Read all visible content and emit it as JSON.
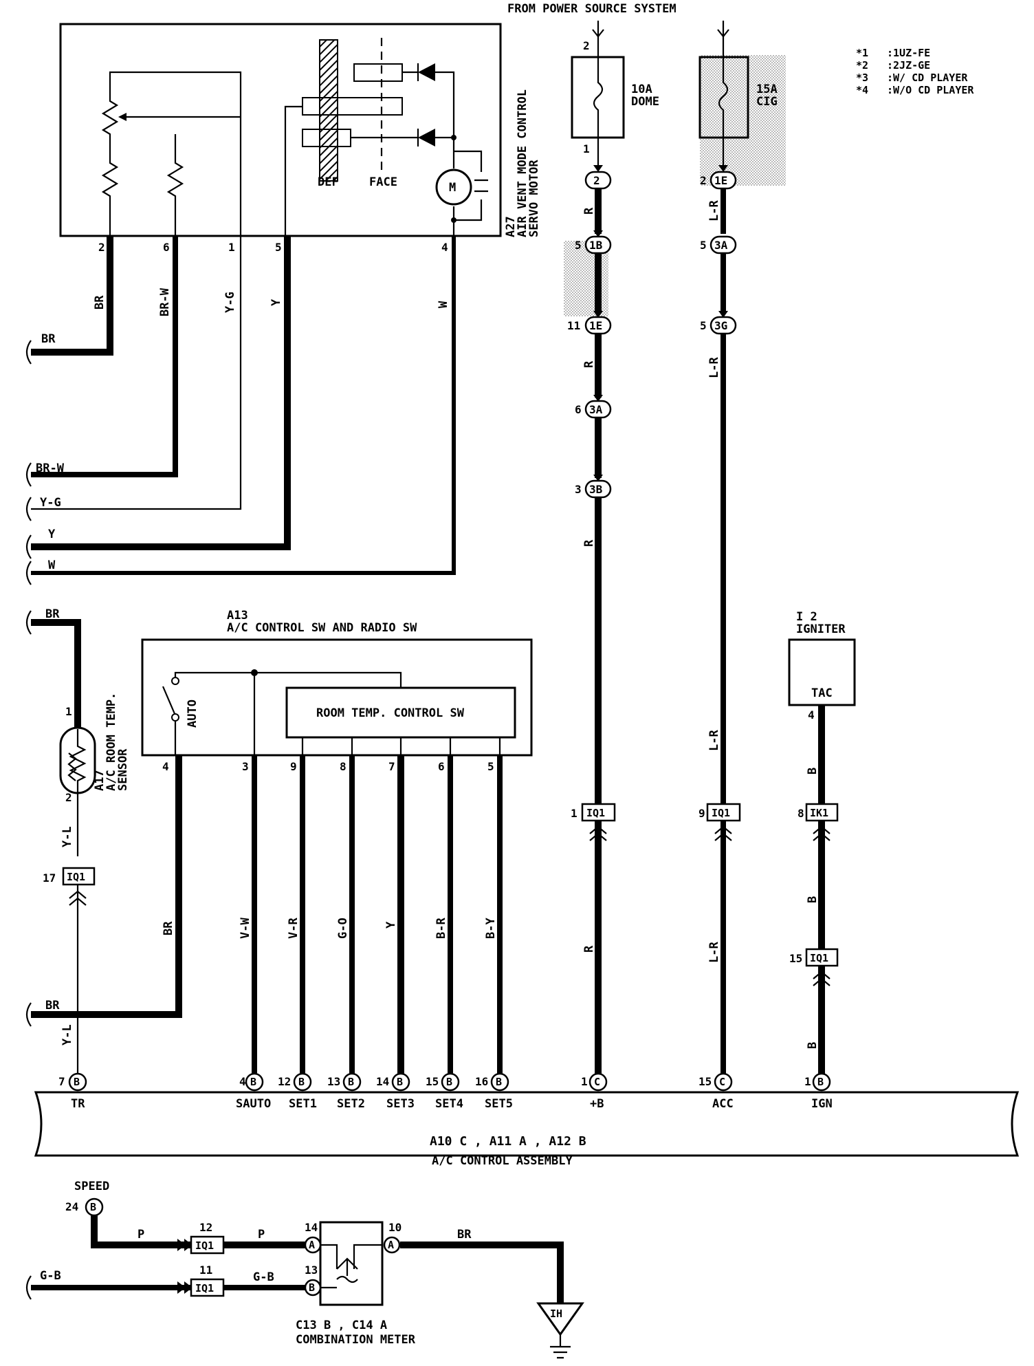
{
  "header": {
    "source": "FROM POWER SOURCE SYSTEM"
  },
  "notes": [
    {
      "mark": "*1",
      "text": ":1UZ-FE"
    },
    {
      "mark": "*2",
      "text": ":2JZ-GE"
    },
    {
      "mark": "*3",
      "text": ":W/ CD PLAYER"
    },
    {
      "mark": "*4",
      "text": ":W/O CD PLAYER"
    }
  ],
  "servo": {
    "id": "A27",
    "name1": "AIR VENT MODE CONTROL",
    "name2": "SERVO MOTOR",
    "def": "DEF",
    "face": "FACE",
    "motor": "M",
    "pins": [
      "2",
      "6",
      "1",
      "5",
      "4"
    ],
    "wires": [
      "BR",
      "BR-W",
      "Y-G",
      "Y",
      "W"
    ]
  },
  "left_wires": [
    "BR",
    "BR-W",
    "Y-G",
    "Y",
    "W",
    "BR",
    "BR"
  ],
  "fuses": [
    {
      "amp": "10A",
      "name": "DOME",
      "pin_in": "2",
      "pin_out": "1"
    },
    {
      "amp": "15A",
      "name": "CIG"
    }
  ],
  "dome_line": {
    "conns": [
      {
        "pin": "",
        "id": "2"
      },
      {
        "pin": "5",
        "id": "1B"
      },
      {
        "pin": "11",
        "id": "1E"
      },
      {
        "pin": "6",
        "id": "3A"
      },
      {
        "pin": "3",
        "id": "3B"
      }
    ],
    "wire": "R",
    "iq": {
      "pin": "1",
      "id": "IQ1"
    }
  },
  "cig_line": {
    "conns": [
      {
        "pin": "2",
        "id": "1E"
      },
      {
        "pin": "5",
        "id": "3A"
      },
      {
        "pin": "5",
        "id": "3G"
      }
    ],
    "wire": "L-R",
    "iq": {
      "pin": "9",
      "id": "IQ1"
    }
  },
  "igniter": {
    "id": "I 2",
    "name": "IGNITER",
    "terminal": "TAC",
    "pin": "4",
    "wire": "B",
    "ik": {
      "pin": "8",
      "id": "IK1"
    },
    "iq": {
      "pin": "15",
      "id": "IQ1"
    }
  },
  "sensor": {
    "id": "A17",
    "name1": "A/C ROOM TEMP.",
    "name2": "SENSOR",
    "pin_top": "1",
    "pin_bottom": "2",
    "wire_top": "BR",
    "wire_bottom": "Y-L",
    "iq": {
      "pin": "17",
      "id": "IQ1"
    }
  },
  "a13": {
    "id": "A13",
    "name": "A/C CONTROL SW AND RADIO SW",
    "auto": "AUTO",
    "room_sw": "ROOM TEMP. CONTROL SW",
    "pins": [
      "4",
      "3",
      "9",
      "8",
      "7",
      "6",
      "5"
    ],
    "wires": [
      "BR",
      "V-W",
      "V-R",
      "G-O",
      "Y",
      "B-R",
      "B-Y"
    ]
  },
  "assembly": {
    "title1": "A10 C , A11 A , A12 B",
    "title2": "A/C CONTROL ASSEMBLY",
    "terminals": [
      {
        "pin": "7",
        "conn": "B",
        "name": "TR"
      },
      {
        "pin": "4",
        "conn": "B",
        "name": "SAUTO"
      },
      {
        "pin": "12",
        "conn": "B",
        "name": "SET1"
      },
      {
        "pin": "13",
        "conn": "B",
        "name": "SET2"
      },
      {
        "pin": "14",
        "conn": "B",
        "name": "SET3"
      },
      {
        "pin": "15",
        "conn": "B",
        "name": "SET4"
      },
      {
        "pin": "16",
        "conn": "B",
        "name": "SET5"
      },
      {
        "pin": "1",
        "conn": "C",
        "name": "+B"
      },
      {
        "pin": "15",
        "conn": "C",
        "name": "ACC"
      },
      {
        "pin": "1",
        "conn": "B",
        "name": "IGN"
      }
    ],
    "speed": {
      "name": "SPEED",
      "pin": "24",
      "conn": "B"
    }
  },
  "meter": {
    "id": "C13 B , C14 A",
    "name": "COMBINATION METER",
    "pin_a_in": "14",
    "pin_b_in": "13",
    "pin_out": "10",
    "iq_top": {
      "pin": "12",
      "id": "IQ1"
    },
    "iq_bot": {
      "pin": "11",
      "id": "IQ1"
    },
    "wire_p": "P",
    "wire_gb": "G-B",
    "wire_out": "BR",
    "ground": "IH"
  },
  "colors": {
    "ink": "#000000",
    "paper": "#ffffff",
    "shade": "#cfcfcf"
  }
}
